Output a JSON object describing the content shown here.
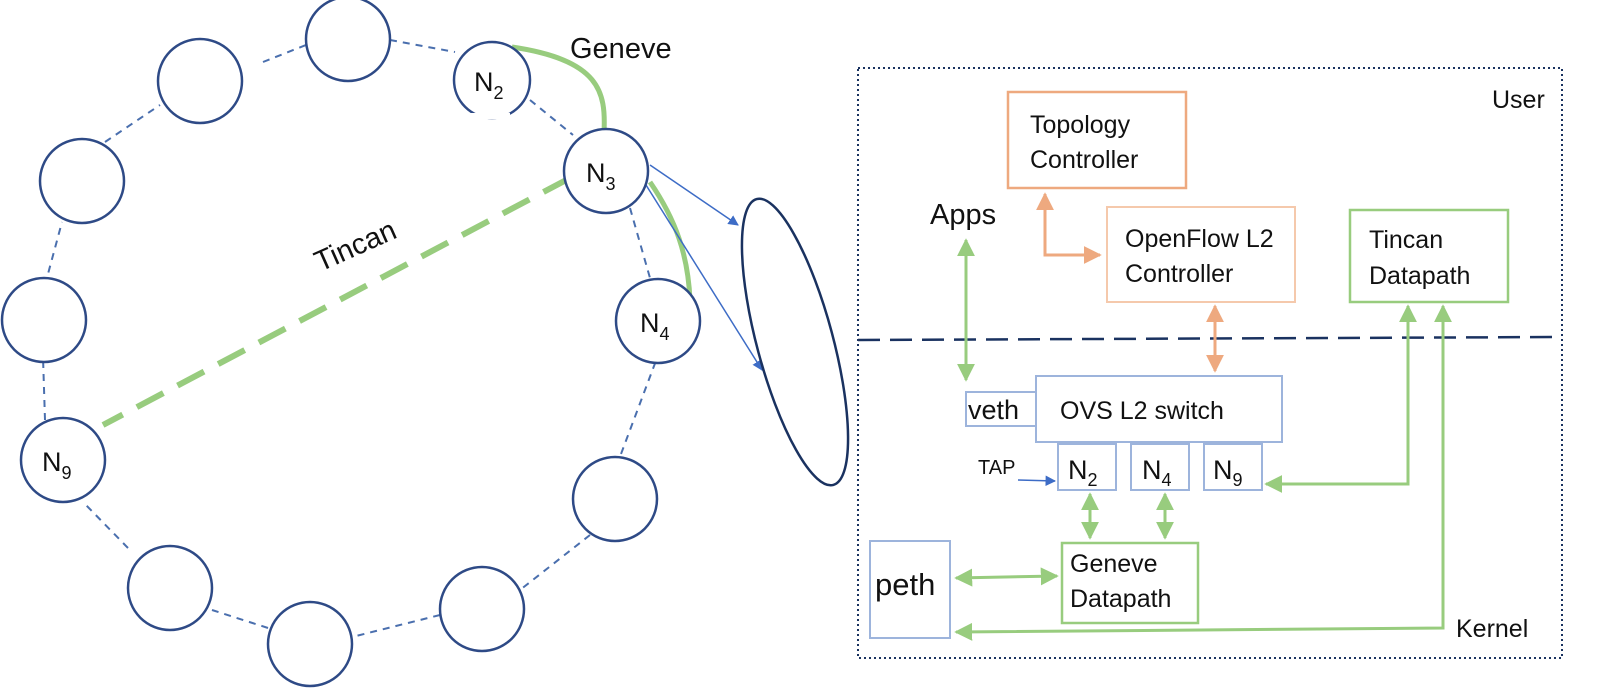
{
  "ring": {
    "node_labels": {
      "n2": "N",
      "n2_sub": "2",
      "n3": "N",
      "n3_sub": "3",
      "n4": "N",
      "n4_sub": "4",
      "n9": "N",
      "n9_sub": "9"
    },
    "link_labels": {
      "geneve": "Geneve",
      "tincan": "Tincan"
    }
  },
  "host": {
    "user_label": "User",
    "kernel_label": "Kernel",
    "topology_controller": [
      "Topology",
      "Controller"
    ],
    "openflow_controller": [
      "OpenFlow L2",
      "Controller"
    ],
    "tincan_datapath": [
      "Tincan",
      "Datapath"
    ],
    "apps": "Apps",
    "veth": "veth",
    "ovs_switch": "OVS L2 switch",
    "tap": "TAP",
    "ports": {
      "n2": "N",
      "n2_sub": "2",
      "n4": "N",
      "n4_sub": "4",
      "n9": "N",
      "n9_sub": "9"
    },
    "geneve_datapath": [
      "Geneve",
      "Datapath"
    ],
    "peth": "peth"
  },
  "colors": {
    "node_stroke": "#2e4a86",
    "ring_dash": "#4a6fae",
    "green": "#98cc7e",
    "orange": "#eea97f",
    "orange_light": "#f5c9ac",
    "blue_box": "#9db4dc",
    "blue_arrow": "#3d6cc6",
    "boundary": "#1a3260",
    "text": "#111111"
  }
}
